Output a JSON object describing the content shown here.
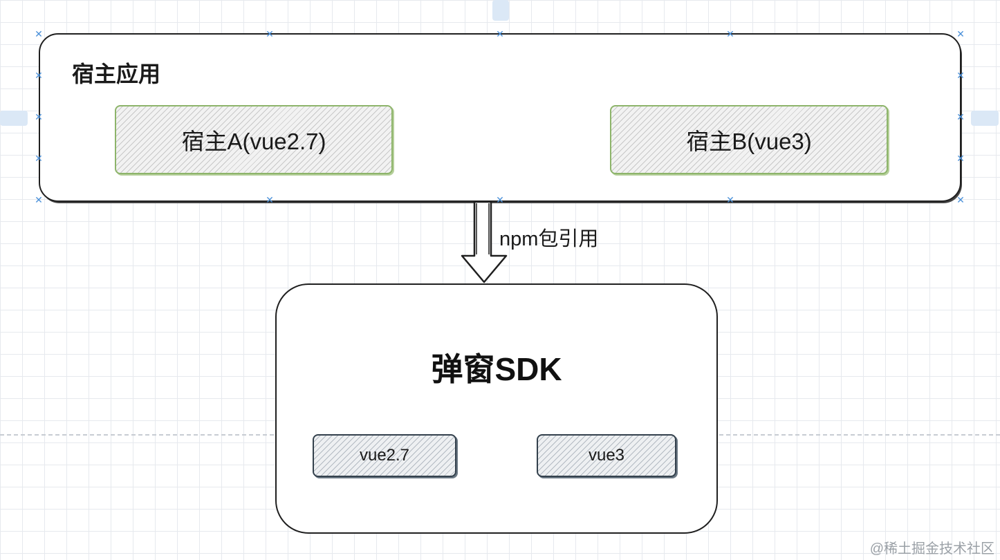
{
  "diagram": {
    "host_group": {
      "title": "宿主应用",
      "hosts": [
        {
          "label": "宿主A(vue2.7)"
        },
        {
          "label": "宿主B(vue3)"
        }
      ]
    },
    "connector": {
      "label": "npm包引用"
    },
    "sdk_group": {
      "title": "弹窗SDK",
      "modules": [
        {
          "label": "vue2.7"
        },
        {
          "label": "vue3"
        }
      ]
    }
  },
  "watermark": "@稀土掘金技术社区",
  "colors": {
    "host_box_stroke": "#8db46a",
    "sdk_module_stroke": "#33404c",
    "selection_handle": "#4a90d9"
  }
}
